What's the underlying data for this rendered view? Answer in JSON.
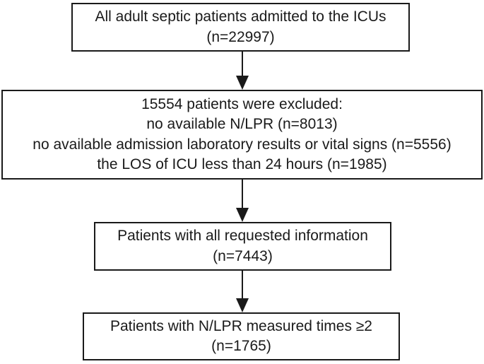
{
  "figure": {
    "background_color": "#ffffff",
    "line_color": "#1a1a1a",
    "text_color": "#1a1a1a",
    "arrow_icon": "down-arrow"
  },
  "flowchart": {
    "boxes": [
      {
        "name": "all-admitted",
        "lines": [
          "All adult septic patients admitted to the ICUs",
          "(n=22997)"
        ]
      },
      {
        "name": "excluded",
        "lines": [
          "15554 patients were excluded:",
          "no available N/LPR (n=8013)",
          "no available admission laboratory results or vital signs (n=5556)",
          "the LOS of ICU less than 24 hours (n=1985)"
        ]
      },
      {
        "name": "requested-information",
        "lines": [
          "Patients with all requested information",
          "(n=7443)"
        ]
      },
      {
        "name": "final-cohort",
        "lines": [
          "Patients with N/LPR measured times ≥2",
          "(n=1765)"
        ]
      }
    ]
  }
}
